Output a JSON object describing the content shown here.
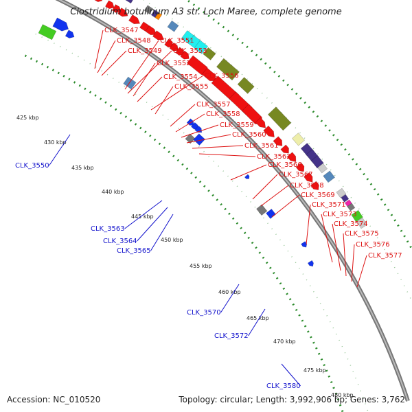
{
  "title": "Clostridium botulinum A3 str. Loch Maree, complete genome",
  "footer": {
    "accession": "Accession: NC_010520",
    "topology": "Topology: circular; Length: 3,992,906 bp; Genes: 3,762"
  },
  "colors": {
    "backbone": "#999999",
    "dotted_track": "#2a8a2a",
    "plus_label": "#dd1111",
    "minus_label": "#1111cc",
    "gene_red": "#ee1111",
    "gene_blue": "#1133ee",
    "gene_green": "#44cc22",
    "gene_olive": "#778822",
    "gene_cyan": "#22eeee",
    "gene_purple": "#443388",
    "gene_gray": "#777777",
    "gene_lightblue": "#5588bb",
    "gene_khaki": "#eeeeaa",
    "gene_magenta": "#ee22aa",
    "gene_orange": "#ff8800"
  },
  "ticks": [
    "425 kbp",
    "430 kbp",
    "435 kbp",
    "440 kbp",
    "445 kbp",
    "450 kbp",
    "455 kbp",
    "460 kbp",
    "465 kbp",
    "470 kbp",
    "475 kbp",
    "480 kbp"
  ],
  "plus_labels": [
    "CLK_3547",
    "CLK_3548",
    "CLK_3549",
    "CLK_3551",
    "CLK_3553",
    "CLK_3552",
    "CLK_3554",
    "CLK_3556",
    "CLK_3555",
    "CLK_3557",
    "CLK_3558",
    "CLK_3559",
    "CLK_3560",
    "CLK_3561",
    "CLK_3562",
    "CLK_3566",
    "CLK_3567",
    "CLK_3568",
    "CLK_3569",
    "CLK_3571",
    "CLK_3573",
    "CLK_3574",
    "CLK_3575",
    "CLK_3576",
    "CLK_3577"
  ],
  "minus_labels": [
    "CLK_3550",
    "CLK_3563",
    "CLK_3564",
    "CLK_3565",
    "CLK_3570",
    "CLK_3572",
    "CLK_3580"
  ]
}
